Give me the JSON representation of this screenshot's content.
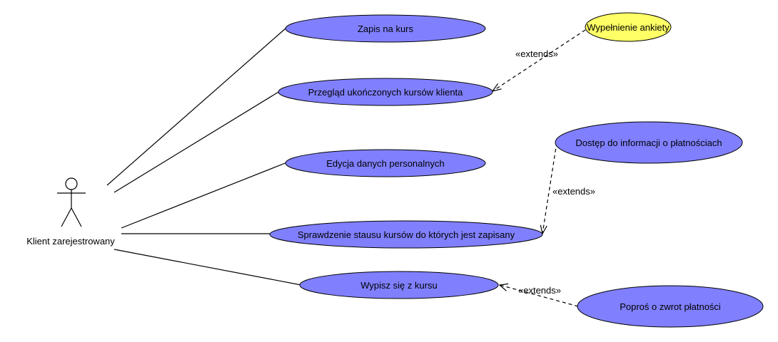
{
  "actor": {
    "name": "Klient zarejestrowany"
  },
  "use_cases": [
    {
      "label": "Zapis na kurs",
      "fill": "#8080ff"
    },
    {
      "label": "Przegląd ukończonych kursów klienta",
      "fill": "#8080ff"
    },
    {
      "label": "Edycja danych personalnych",
      "fill": "#8080ff"
    },
    {
      "label": "Sprawdzenie stausu kursów do których jest zapisany",
      "fill": "#8080ff"
    },
    {
      "label": "Wypisz się z kursu",
      "fill": "#8080ff"
    },
    {
      "label": "Wypełnienie ankiety",
      "fill": "#ffff66"
    },
    {
      "label": "Dostęp do informacji o płatnościach",
      "fill": "#8080ff"
    },
    {
      "label": "Poproś o zwrot płatności",
      "fill": "#8080ff"
    }
  ],
  "relations": [
    {
      "stereotype": "«extends»"
    },
    {
      "stereotype": "«extends»"
    },
    {
      "stereotype": "«extends»"
    }
  ],
  "colors": {
    "use_case": "#8080ff",
    "extension_highlight": "#ffff66",
    "line": "#000000"
  }
}
